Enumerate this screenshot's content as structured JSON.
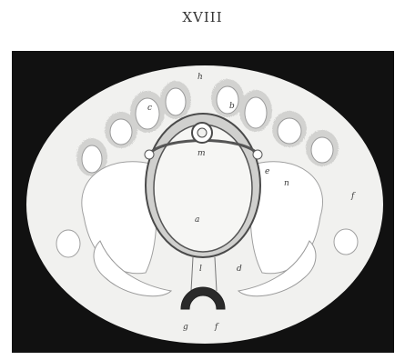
{
  "plate": {
    "number": "XVIII"
  },
  "figure": {
    "labels": {
      "h": "h",
      "m": "m",
      "a": "a",
      "b": "b",
      "c": "c",
      "d": "d",
      "e": "e",
      "f": "f",
      "g": "g",
      "l": "l",
      "n": "n"
    },
    "colors": {
      "background": "#111111",
      "disc": "#f1f1ef",
      "ink": "#3a3a3a"
    }
  }
}
